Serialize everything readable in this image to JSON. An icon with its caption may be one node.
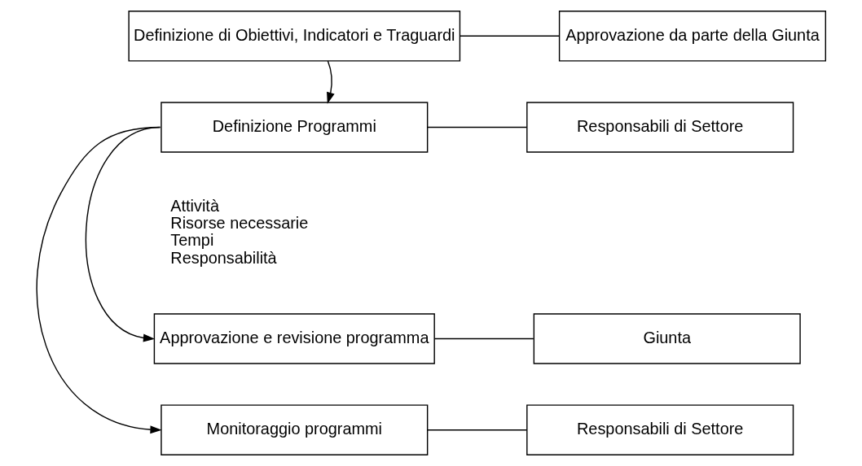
{
  "diagram": {
    "nodes": [
      {
        "text": [
          "Definizione di Obiettivi, Indicatori e Traguardi"
        ]
      },
      {
        "text": [
          "Approvazione da parte della Giunta"
        ]
      },
      {
        "text": [
          "Definizione Programmi"
        ],
        "beside": [
          "Attività",
          "Risorse necessarie",
          "Tempi",
          "Responsabilità"
        ]
      },
      {
        "text": [
          "Responsabili di Settore"
        ]
      },
      {
        "text": [
          "Approvazione e revisione programma"
        ]
      },
      {
        "text": [
          "Giunta"
        ]
      },
      {
        "text": [
          "Monitoraggio programmi"
        ]
      },
      {
        "text": [
          "Responsabili di Settore"
        ]
      }
    ],
    "edges": [
      {
        "from": 0,
        "to": 1,
        "arrow": "none"
      },
      {
        "from": 0,
        "to": 2,
        "arrow": "to"
      },
      {
        "from": 2,
        "to": 3,
        "arrow": "none"
      },
      {
        "from": 2,
        "to": 4,
        "arrow": "to"
      },
      {
        "from": 2,
        "to": 6,
        "arrow": "to"
      },
      {
        "from": 4,
        "to": 5,
        "arrow": "none"
      },
      {
        "from": 6,
        "to": 7,
        "arrow": "none"
      }
    ]
  }
}
